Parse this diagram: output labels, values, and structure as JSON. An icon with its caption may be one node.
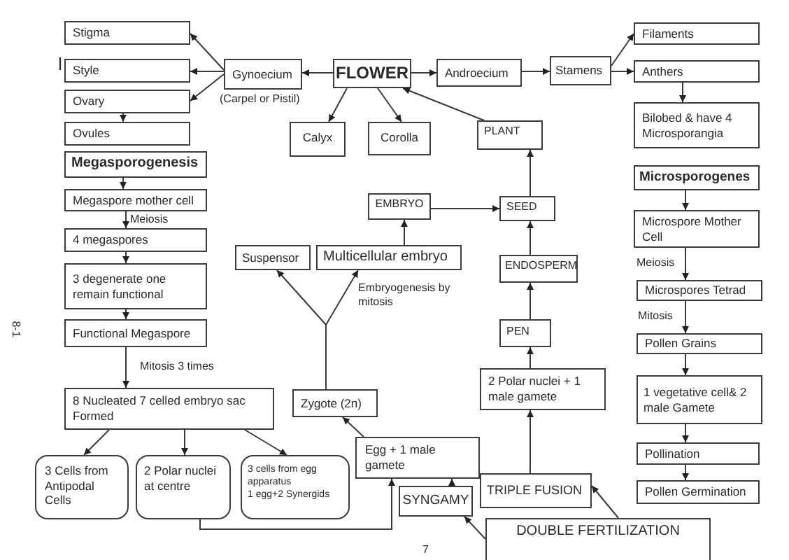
{
  "diagram": {
    "nodes": [
      {
        "text": [
          "FLOWER"
        ]
      },
      {
        "text": [
          "Gynoecium"
        ],
        "beside": [
          "(Carpel or Pistil)"
        ]
      },
      {
        "text": [
          "Stigma"
        ]
      },
      {
        "text": [
          "Style"
        ]
      },
      {
        "text": [
          "Ovary"
        ]
      },
      {
        "text": [
          "Ovules"
        ]
      },
      {
        "text": [
          "Megasporogenesis"
        ]
      },
      {
        "text": [
          "Megaspore mother cell"
        ]
      },
      {
        "text": [
          "4 megaspores"
        ]
      },
      {
        "text": [
          "3 degenerate one remain functional"
        ]
      },
      {
        "text": [
          "Functional Megaspore"
        ]
      },
      {
        "text": [
          "8 Nucleated 7 celled embryo sac Formed"
        ]
      },
      {
        "text": [
          "3 Cells from Antipodal Cells"
        ]
      },
      {
        "text": [
          "2 Polar nuclei at centre"
        ]
      },
      {
        "text": [
          "3 cells from egg apparatus",
          "1 egg+2 Synergids"
        ]
      },
      {
        "text": [
          "Zygote (2n)"
        ]
      },
      {
        "text": [
          "Egg + 1 male gamete"
        ]
      },
      {
        "text": [
          "SYNGAMY"
        ]
      },
      {
        "text": [
          "Suspensor"
        ]
      },
      {
        "text": [
          "Multicellular embryo"
        ]
      },
      {
        "text": [
          "EMBRYO"
        ]
      },
      {
        "text": [
          "SEED"
        ]
      },
      {
        "text": [
          "ENDOSPERM"
        ]
      },
      {
        "text": [
          "PEN"
        ]
      },
      {
        "text": [
          "2 Polar nuclei + 1 male gamete"
        ]
      },
      {
        "text": [
          "TRIPLE FUSION"
        ]
      },
      {
        "text": [
          "DOUBLE FERTILIZATION"
        ]
      },
      {
        "text": [
          "PLANT"
        ]
      },
      {
        "text": [
          "Calyx"
        ]
      },
      {
        "text": [
          "Corolla"
        ]
      },
      {
        "text": [
          "Androecium"
        ]
      },
      {
        "text": [
          "Stamens"
        ]
      },
      {
        "text": [
          "Filaments"
        ]
      },
      {
        "text": [
          "Anthers"
        ]
      },
      {
        "text": [
          "Bilobed & have 4 Microsporangia"
        ]
      },
      {
        "text": [
          "Microsporogenes"
        ]
      },
      {
        "text": [
          "Microspore Mother Cell"
        ]
      },
      {
        "text": [
          "Microspores Tetrad"
        ]
      },
      {
        "text": [
          "Pollen Grains"
        ]
      },
      {
        "text": [
          "1 vegetative cell& 2 male Gamete"
        ]
      },
      {
        "text": [
          "Pollination"
        ]
      },
      {
        "text": [
          "Pollen Germination"
        ]
      }
    ],
    "edges": [
      {
        "from": 0,
        "to": 1,
        "arrow": "to"
      },
      {
        "from": 0,
        "to": 30,
        "arrow": "to"
      },
      {
        "from": 0,
        "to": 28,
        "arrow": "to"
      },
      {
        "from": 0,
        "to": 29,
        "arrow": "to"
      },
      {
        "from": 27,
        "to": 0,
        "arrow": "to"
      },
      {
        "from": 1,
        "to": 2,
        "arrow": "to"
      },
      {
        "from": 1,
        "to": 3,
        "arrow": "to"
      },
      {
        "from": 1,
        "to": 4,
        "arrow": "to"
      },
      {
        "from": 4,
        "to": 5,
        "arrow": "to"
      },
      {
        "from": 6,
        "to": 7,
        "arrow": "to"
      },
      {
        "from": 7,
        "to": 8,
        "arrow": "to",
        "label": "Meiosis"
      },
      {
        "from": 8,
        "to": 9,
        "arrow": "to"
      },
      {
        "from": 9,
        "to": 10,
        "arrow": "to"
      },
      {
        "from": 10,
        "to": 11,
        "arrow": "to",
        "label": "Mitosis 3 times"
      },
      {
        "from": 11,
        "to": 12,
        "arrow": "to"
      },
      {
        "from": 11,
        "to": 13,
        "arrow": "to"
      },
      {
        "from": 11,
        "to": 14,
        "arrow": "to"
      },
      {
        "from": 13,
        "to": 16,
        "arrow": "to"
      },
      {
        "from": 16,
        "to": 15,
        "arrow": "to"
      },
      {
        "from": 17,
        "to": 16,
        "arrow": "to"
      },
      {
        "from": 26,
        "to": 17,
        "arrow": "to"
      },
      {
        "from": 26,
        "to": 25,
        "arrow": "to"
      },
      {
        "from": 25,
        "to": 24,
        "arrow": "to"
      },
      {
        "from": 24,
        "to": 23,
        "arrow": "to"
      },
      {
        "from": 23,
        "to": 22,
        "arrow": "to"
      },
      {
        "from": 22,
        "to": 21,
        "arrow": "to"
      },
      {
        "from": 21,
        "to": 27,
        "arrow": "to"
      },
      {
        "from": 20,
        "to": 21,
        "arrow": "to"
      },
      {
        "from": 19,
        "to": 20,
        "arrow": "to"
      },
      {
        "from": 15,
        "to": 18,
        "arrow": "to"
      },
      {
        "from": 15,
        "to": 19,
        "arrow": "to",
        "label": "Embryogenesis by mitosis"
      },
      {
        "from": 30,
        "to": 31,
        "arrow": "to"
      },
      {
        "from": 31,
        "to": 32,
        "arrow": "to"
      },
      {
        "from": 31,
        "to": 33,
        "arrow": "to"
      },
      {
        "from": 33,
        "to": 34,
        "arrow": "to"
      },
      {
        "from": 35,
        "to": 36,
        "arrow": "to"
      },
      {
        "from": 36,
        "to": 37,
        "arrow": "to",
        "label": "Meiosis"
      },
      {
        "from": 37,
        "to": 38,
        "arrow": "to",
        "label": "Mitosis"
      },
      {
        "from": 38,
        "to": 39,
        "arrow": "to"
      },
      {
        "from": 39,
        "to": 40,
        "arrow": "to"
      },
      {
        "from": 40,
        "to": 41,
        "arrow": "to"
      }
    ],
    "labels": [
      "8-1",
      "7"
    ]
  }
}
